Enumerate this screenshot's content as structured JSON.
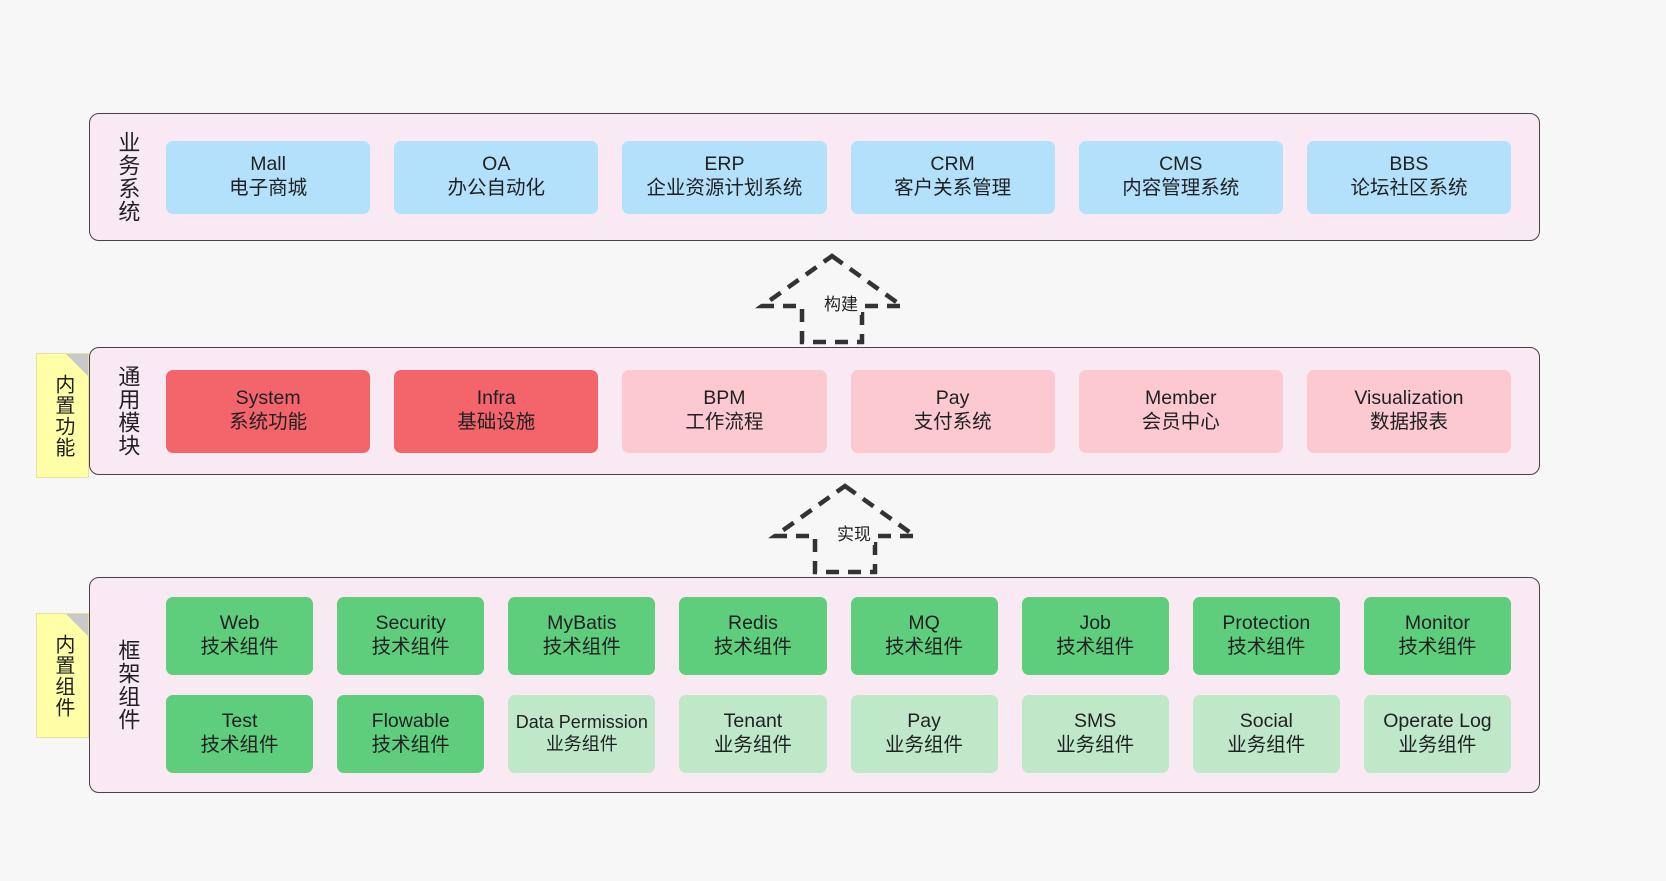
{
  "diagram": {
    "title": "",
    "colors": {
      "canvas_bg": "#f7f7f7",
      "layer_bg": "#f9e9f3",
      "layer_border": "#4a4046",
      "business_card": "#b3e0fa",
      "common_card": "#fcc9d1",
      "common_card_strong": "#f4656b",
      "tech_card": "#5fce7c",
      "biz_card": "#bfe8c8",
      "sticky": "#ffffa8",
      "sticky_fold": "#c9c9c9"
    }
  },
  "layers": {
    "business": {
      "title": "业务系统",
      "cards": [
        {
          "name": "Mall",
          "desc": "电子商城"
        },
        {
          "name": "OA",
          "desc": "办公自动化"
        },
        {
          "name": "ERP",
          "desc": "企业资源计划系统"
        },
        {
          "name": "CRM",
          "desc": "客户关系管理"
        },
        {
          "name": "CMS",
          "desc": "内容管理系统"
        },
        {
          "name": "BBS",
          "desc": "论坛社区系统"
        }
      ]
    },
    "common": {
      "title": "通用模块",
      "sticky": "内置功能",
      "cards": [
        {
          "name": "System",
          "desc": "系统功能",
          "emphasis": true
        },
        {
          "name": "Infra",
          "desc": "基础设施",
          "emphasis": true
        },
        {
          "name": "BPM",
          "desc": "工作流程",
          "emphasis": false
        },
        {
          "name": "Pay",
          "desc": "支付系统",
          "emphasis": false
        },
        {
          "name": "Member",
          "desc": "会员中心",
          "emphasis": false
        },
        {
          "name": "Visualization",
          "desc": "数据报表",
          "emphasis": false
        }
      ]
    },
    "framework": {
      "title": "框架组件",
      "sticky": "内置组件",
      "row1": [
        {
          "name": "Web",
          "desc": "技术组件"
        },
        {
          "name": "Security",
          "desc": "技术组件"
        },
        {
          "name": "MyBatis",
          "desc": "技术组件"
        },
        {
          "name": "Redis",
          "desc": "技术组件"
        },
        {
          "name": "MQ",
          "desc": "技术组件"
        },
        {
          "name": "Job",
          "desc": "技术组件"
        },
        {
          "name": "Protection",
          "desc": "技术组件"
        },
        {
          "name": "Monitor",
          "desc": "技术组件"
        }
      ],
      "row2": [
        {
          "name": "Test",
          "desc": "技术组件",
          "kind": "tech"
        },
        {
          "name": "Flowable",
          "desc": "技术组件",
          "kind": "tech"
        },
        {
          "name": "Data Permission",
          "desc": "业务组件",
          "kind": "biz"
        },
        {
          "name": "Tenant",
          "desc": "业务组件",
          "kind": "biz"
        },
        {
          "name": "Pay",
          "desc": "业务组件",
          "kind": "biz"
        },
        {
          "name": "SMS",
          "desc": "业务组件",
          "kind": "biz"
        },
        {
          "name": "Social",
          "desc": "业务组件",
          "kind": "biz"
        },
        {
          "name": "Operate Log",
          "desc": "业务组件",
          "kind": "biz"
        }
      ]
    }
  },
  "connectors": [
    {
      "id": "build",
      "label": "构建",
      "from": "common",
      "to": "business"
    },
    {
      "id": "impl",
      "label": "实现",
      "from": "framework",
      "to": "common"
    }
  ]
}
